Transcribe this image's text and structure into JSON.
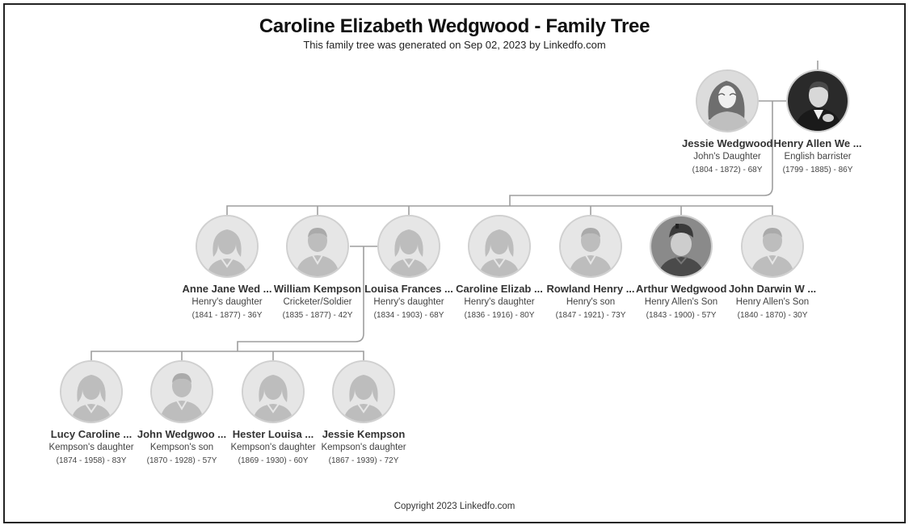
{
  "header": {
    "title": "Caroline Elizabeth Wedgwood - Family Tree",
    "subtitle": "This family tree was generated on Sep 02, 2023 by Linkedfo.com"
  },
  "footer": {
    "copyright": "Copyright 2023 Linkedfo.com"
  },
  "colors": {
    "line": "#9e9e9e",
    "avatar_bg": "#e6e6e6",
    "silhouette": "#bdbdbd"
  },
  "people": [
    {
      "id": "jessie-wedgwood",
      "name": "Jessie Wedgwood",
      "role": "John's Daughter",
      "dates": "(1804 - 1872) - 68Y",
      "avatar": "photo-woman"
    },
    {
      "id": "henry-allen",
      "name": "Henry Allen We ...",
      "role": "English barrister",
      "dates": "(1799 - 1885) - 86Y",
      "avatar": "photo-man"
    },
    {
      "id": "anne-jane",
      "name": "Anne Jane Wed ...",
      "role": "Henry's daughter",
      "dates": "(1841 - 1877) - 36Y",
      "avatar": "female"
    },
    {
      "id": "william-kempson",
      "name": "William Kempson",
      "role": "Cricketer/Soldier",
      "dates": "(1835 - 1877) - 42Y",
      "avatar": "male"
    },
    {
      "id": "louisa-frances",
      "name": "Louisa Frances ...",
      "role": "Henry's daughter",
      "dates": "(1834 - 1903) - 68Y",
      "avatar": "female"
    },
    {
      "id": "caroline-elizab",
      "name": "Caroline Elizab ...",
      "role": "Henry's daughter",
      "dates": "(1836 - 1916) - 80Y",
      "avatar": "female"
    },
    {
      "id": "rowland-henry",
      "name": "Rowland Henry ...",
      "role": "Henry's son",
      "dates": "(1847 - 1921) - 73Y",
      "avatar": "male"
    },
    {
      "id": "arthur-wedgwood",
      "name": "Arthur Wedgwood",
      "role": "Henry Allen's Son",
      "dates": "(1843 - 1900) - 57Y",
      "avatar": "photo-soldier"
    },
    {
      "id": "john-darwin",
      "name": "John Darwin W ...",
      "role": "Henry Allen's Son",
      "dates": "(1840 - 1870) - 30Y",
      "avatar": "male"
    },
    {
      "id": "lucy-caroline",
      "name": "Lucy Caroline ...",
      "role": "Kempson's daughter",
      "dates": "(1874 - 1958) - 83Y",
      "avatar": "female"
    },
    {
      "id": "john-wedgwoo",
      "name": "John Wedgwoo ...",
      "role": "Kempson's son",
      "dates": "(1870 - 1928) - 57Y",
      "avatar": "male"
    },
    {
      "id": "hester-louisa",
      "name": "Hester Louisa ...",
      "role": "Kempson's daughter",
      "dates": "(1869 - 1930) - 60Y",
      "avatar": "female"
    },
    {
      "id": "jessie-kempson",
      "name": "Jessie Kempson",
      "role": "Kempson's daughter",
      "dates": "(1867 - 1939) - 72Y",
      "avatar": "female"
    }
  ]
}
